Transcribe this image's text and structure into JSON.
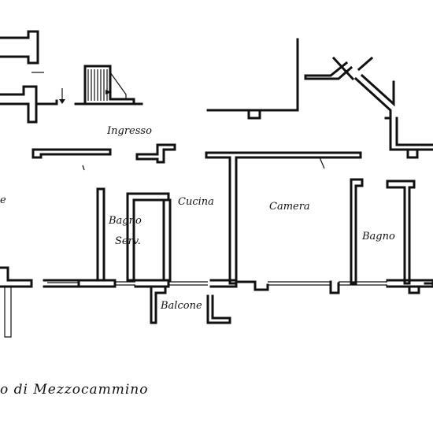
{
  "rooms": {
    "ingresso": "Ingresso",
    "cucina": "Cucina",
    "camera": "Camera",
    "bagno": "Bagno",
    "bagno_serv_line1": "Bagno",
    "bagno_serv_line2": "Serv.",
    "balcone": "Balcone",
    "left_fragment": "e"
  },
  "caption": "o di Mezzocammino"
}
